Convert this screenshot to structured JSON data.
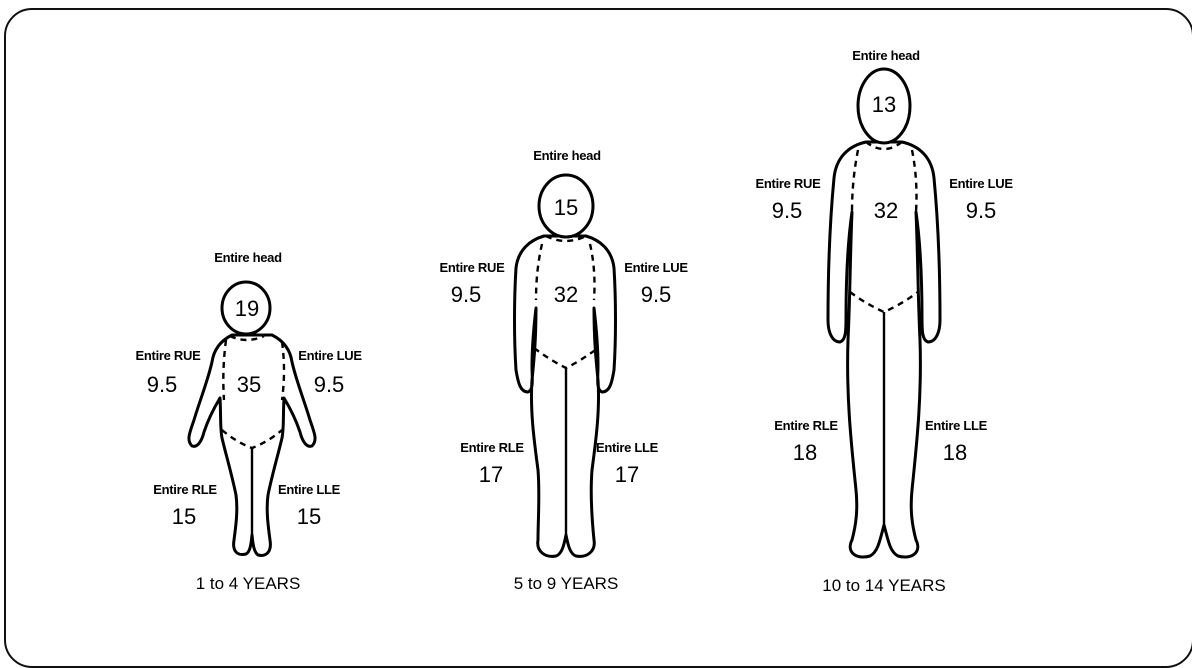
{
  "figures": [
    {
      "caption": "1 to 4 YEARS",
      "head_label": "Entire head",
      "head_value": "19",
      "trunk_value": "35",
      "rue_label": "Entire RUE",
      "rue_value": "9.5",
      "lue_label": "Entire LUE",
      "lue_value": "9.5",
      "rle_label": "Entire RLE",
      "rle_value": "15",
      "lle_label": "Entire LLE",
      "lle_value": "15"
    },
    {
      "caption": "5 to 9 YEARS",
      "head_label": "Entire head",
      "head_value": "15",
      "trunk_value": "32",
      "rue_label": "Entire RUE",
      "rue_value": "9.5",
      "lue_label": "Entire LUE",
      "lue_value": "9.5",
      "rle_label": "Entire RLE",
      "rle_value": "17",
      "lle_label": "Entire LLE",
      "lle_value": "17"
    },
    {
      "caption": "10 to 14 YEARS",
      "head_label": "Entire head",
      "head_value": "13",
      "trunk_value": "32",
      "rue_label": "Entire RUE",
      "rue_value": "9.5",
      "lue_label": "Entire LUE",
      "lue_value": "9.5",
      "rle_label": "Entire RLE",
      "rle_value": "18",
      "lle_label": "Entire LLE",
      "lle_value": "18"
    }
  ]
}
